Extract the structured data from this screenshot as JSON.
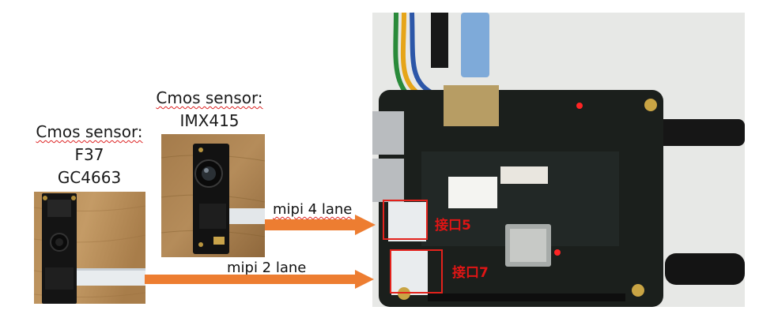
{
  "sensor_imx415": {
    "heading": "Cmos sensor:",
    "model": "IMX415"
  },
  "sensor_f37": {
    "heading": "Cmos sensor:",
    "model_1": "F37",
    "model_2": "GC4663"
  },
  "links": [
    {
      "label": "mipi 4 lane"
    },
    {
      "label": "mipi 2 lane"
    }
  ],
  "ports": [
    {
      "label": "接口5"
    },
    {
      "label": "接口7"
    }
  ],
  "colors": {
    "arrow": "#ed7d31",
    "highlight_box": "#e3221c",
    "port_text": "#e01515",
    "board_pcb": "#1b1f1c"
  }
}
